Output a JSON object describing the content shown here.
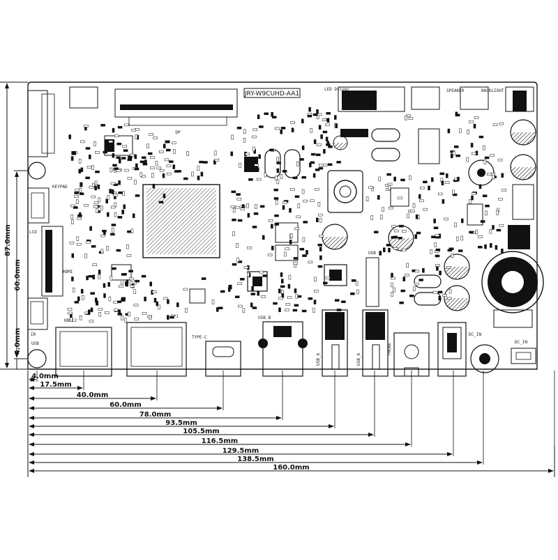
{
  "board": {
    "model": "JRY-W9CUHD-AA1",
    "colors": {
      "outline": "#1a1a1a",
      "component": "#111111",
      "background": "#ffffff"
    },
    "silkscreen": {
      "dp": "DP",
      "hdmi1": "HDMI",
      "hdmi2": "HDMI2",
      "dp1": "DP1",
      "type_c": "TYPE-C",
      "usb_b": "USB_B",
      "usb_a_1": "USB_A",
      "usb_a_2": "USB_A",
      "phone": "PHONE",
      "dc_in_1": "DC_IN",
      "dc_in_2": "DC_IN",
      "led_driver": "LED Driver",
      "speaker": "SPEAKER",
      "backlight": "BACKLIGHT",
      "usb": "USB",
      "lcd": "LCD",
      "keypad": "KEYPAD",
      "ir": "IR",
      "usb_small": "USB"
    }
  },
  "dimensions": {
    "vertical": [
      {
        "label": "87.0mm"
      },
      {
        "label": "60.0mm"
      },
      {
        "label": "4.0mm"
      }
    ],
    "horizontal": [
      {
        "label": "4.0mm"
      },
      {
        "label": "17.5mm"
      },
      {
        "label": "40.0mm"
      },
      {
        "label": "60.0mm"
      },
      {
        "label": "78.0mm"
      },
      {
        "label": "93.5mm"
      },
      {
        "label": "105.5mm"
      },
      {
        "label": "116.5mm"
      },
      {
        "label": "129.5mm"
      },
      {
        "label": "138.5mm"
      },
      {
        "label": "160.0mm"
      }
    ]
  }
}
